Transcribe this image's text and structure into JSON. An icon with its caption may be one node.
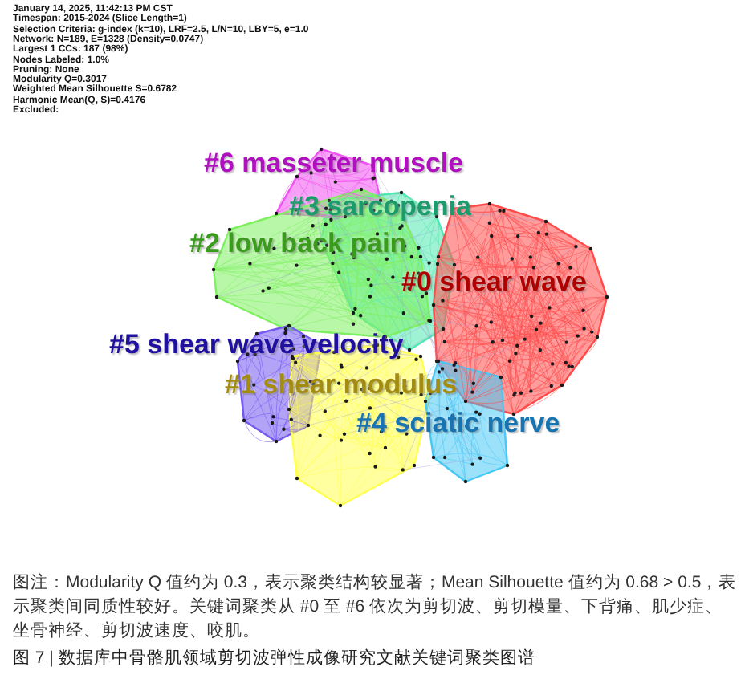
{
  "diagram": {
    "caption": "图 7 | 数据库中骨骼肌领域剪切波弹性成像研究文献关键词聚类图谱",
    "labels": [
      "January 14, 2025, 11:42:13 PM CST",
      "Timespan: 2015-2024 (Slice Length=1)",
      "Selection Criteria: g-index (k=10), LRF=2.5, L/N=10, LBY=5, e=1.0",
      "Network: N=189, E=1328 (Density=0.0747)",
      "Largest 1 CCs: 187 (98%)",
      "Nodes Labeled: 1.0%",
      "Pruning: None",
      "Modularity Q=0.3017",
      "Weighted Mean Silhouette S=0.6782",
      "Harmonic Mean(Q, S)=0.4176",
      "Excluded:",
      "#6 masseter muscle",
      "#3 sarcopenia",
      "#2 low back pain",
      "#0 shear wave",
      "#5 shear wave velocity",
      "#1 shear modulus",
      "#4 sciatic nerve",
      "图注：Modularity Q 值约为 0.3，表示聚类结构较显著；Mean Silhouette 值约为 0.68 > 0.5，表示聚类间同质性较好。关键词聚类从 #0 至 #6 依次为剪切波、剪切模量、下背痛、肌少症、坐骨神经、剪切波速度、咬肌。"
    ]
  }
}
